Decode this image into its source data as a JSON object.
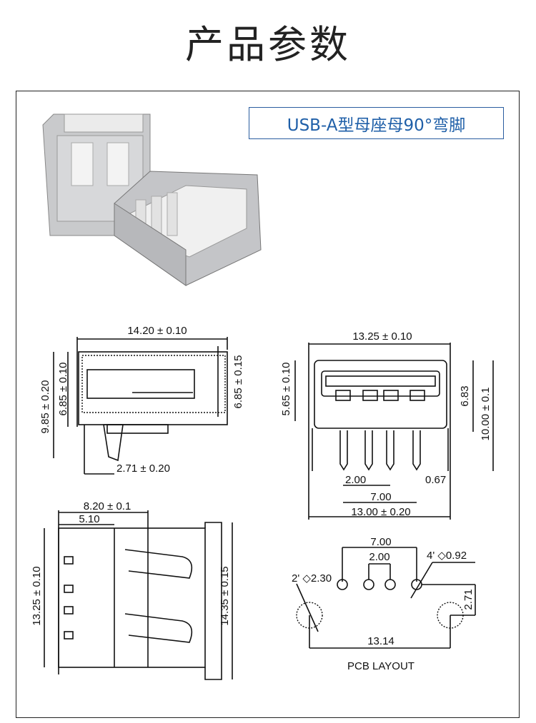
{
  "page_title": "产品参数",
  "product_label": "USB-A型母座母90°弯脚",
  "side_view": {
    "length": "14.20 ± 0.10",
    "total_height": "9.85 ± 0.20",
    "body_height_left": "6.85 ± 0.10",
    "body_height_right": "6.85 ± 0.15",
    "pin_offset": "2.71 ± 0.20"
  },
  "front_view": {
    "width": "13.25 ± 0.10",
    "height_left": "5.65 ± 0.10",
    "inner_height": "6.83",
    "total_height": "10.00 ± 0.1",
    "pin_pitch": "2.00",
    "pin_span": "7.00",
    "tab_span": "13.00 ± 0.20",
    "pin_width": "0.67"
  },
  "top_view": {
    "width": "8.20 ± 0.1",
    "inner_width": "5.10",
    "height_left": "13.25 ± 0.10",
    "height_right": "14.35 ± 0.15"
  },
  "pcb_layout": {
    "pin_span": "7.00",
    "pin_pitch": "2.00",
    "small_holes": "4' ◇0.92",
    "large_holes": "2' ◇2.30",
    "offset": "2.71",
    "tab_span": "13.14",
    "caption": "PCB LAYOUT"
  }
}
